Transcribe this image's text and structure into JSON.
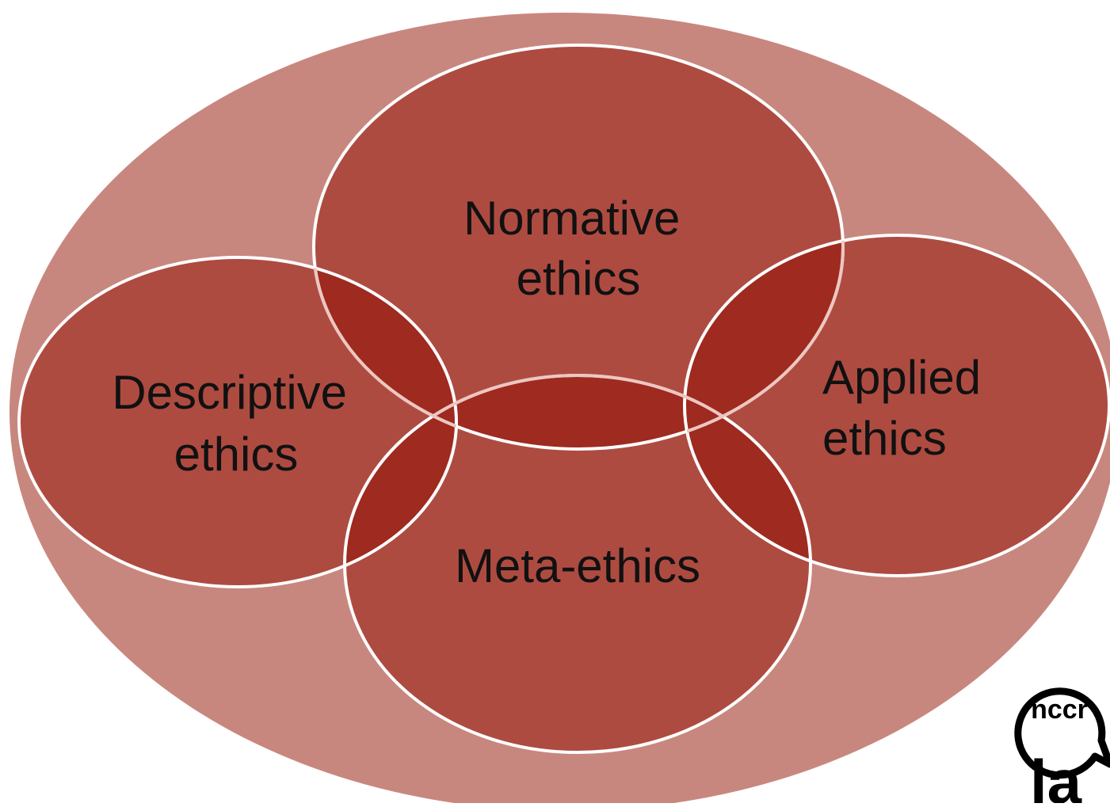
{
  "diagram": {
    "colors": {
      "outer": "#c8877e",
      "circle": "#ae4b41",
      "overlap": "#9e2a20",
      "stroke": "#ffffff",
      "text": "#111111"
    },
    "circles": [
      {
        "id": "normative",
        "line1": "Normative",
        "line2": "ethics"
      },
      {
        "id": "descriptive",
        "line1": "Descriptive",
        "line2": "ethics"
      },
      {
        "id": "applied",
        "line1": "Applied",
        "line2": "ethics"
      },
      {
        "id": "meta",
        "line1": "Meta-ethics"
      }
    ]
  },
  "logo": {
    "text": "nccr",
    "mark": "la"
  }
}
